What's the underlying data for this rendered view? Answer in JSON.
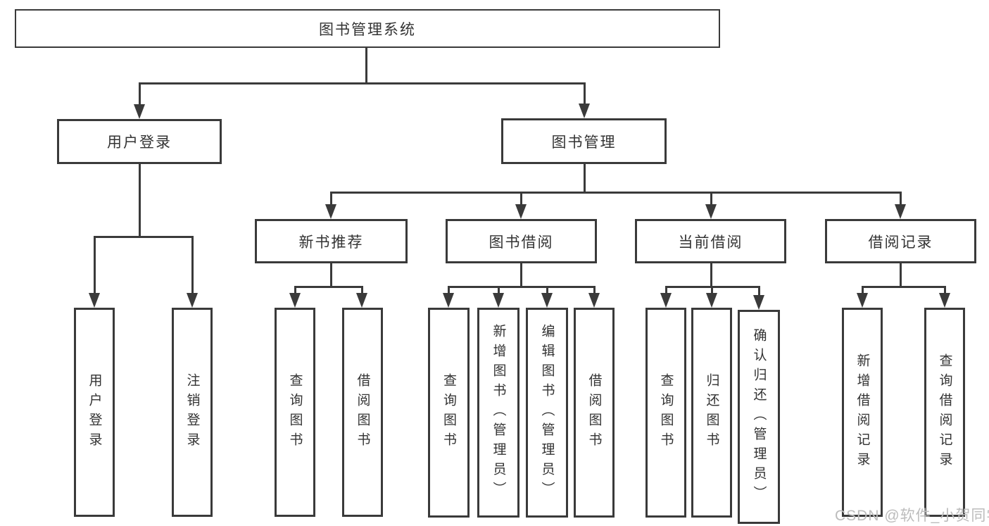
{
  "diagram": {
    "type": "tree-hierarchy",
    "watermark": "CSDN @软件_小贺同学",
    "colors": {
      "line": "#3a3a3a",
      "text": "#333333",
      "background": "#ffffff",
      "watermark": "#bcbcbc"
    },
    "nodes": {
      "root": "图书管理系统",
      "level2": {
        "user_login": "用户登录",
        "book_management": "图书管理"
      },
      "level3": {
        "new_book_recommend": "新书推荐",
        "book_borrowing": "图书借阅",
        "current_borrowing": "当前借阅",
        "borrowing_records": "借阅记录"
      },
      "level4": {
        "user_login": "用户登录",
        "logout": "注销登录",
        "recommend_query_books": "查询图书",
        "recommend_borrow_books": "借阅图书",
        "borrowing_query_books": "查询图书",
        "borrowing_add_books_admin": "新增图书（管理员）",
        "borrowing_edit_books_admin": "编辑图书（管理员）",
        "borrowing_borrow_books": "借阅图书",
        "current_query_books": "查询图书",
        "current_return_books": "归还图书",
        "current_confirm_return_admin": "确认归还（管理员）",
        "records_add_record": "新增借阅记录",
        "records_query_record": "查询借阅记录"
      }
    },
    "edges": [
      [
        "图书管理系统",
        "用户登录"
      ],
      [
        "图书管理系统",
        "图书管理"
      ],
      [
        "用户登录",
        "用户登录"
      ],
      [
        "用户登录",
        "注销登录"
      ],
      [
        "图书管理",
        "新书推荐"
      ],
      [
        "图书管理",
        "图书借阅"
      ],
      [
        "图书管理",
        "当前借阅"
      ],
      [
        "图书管理",
        "借阅记录"
      ],
      [
        "新书推荐",
        "查询图书"
      ],
      [
        "新书推荐",
        "借阅图书"
      ],
      [
        "图书借阅",
        "查询图书"
      ],
      [
        "图书借阅",
        "新增图书（管理员）"
      ],
      [
        "图书借阅",
        "编辑图书（管理员）"
      ],
      [
        "图书借阅",
        "借阅图书"
      ],
      [
        "当前借阅",
        "查询图书"
      ],
      [
        "当前借阅",
        "归还图书"
      ],
      [
        "当前借阅",
        "确认归还（管理员）"
      ],
      [
        "借阅记录",
        "新增借阅记录"
      ],
      [
        "借阅记录",
        "查询借阅记录"
      ]
    ]
  }
}
